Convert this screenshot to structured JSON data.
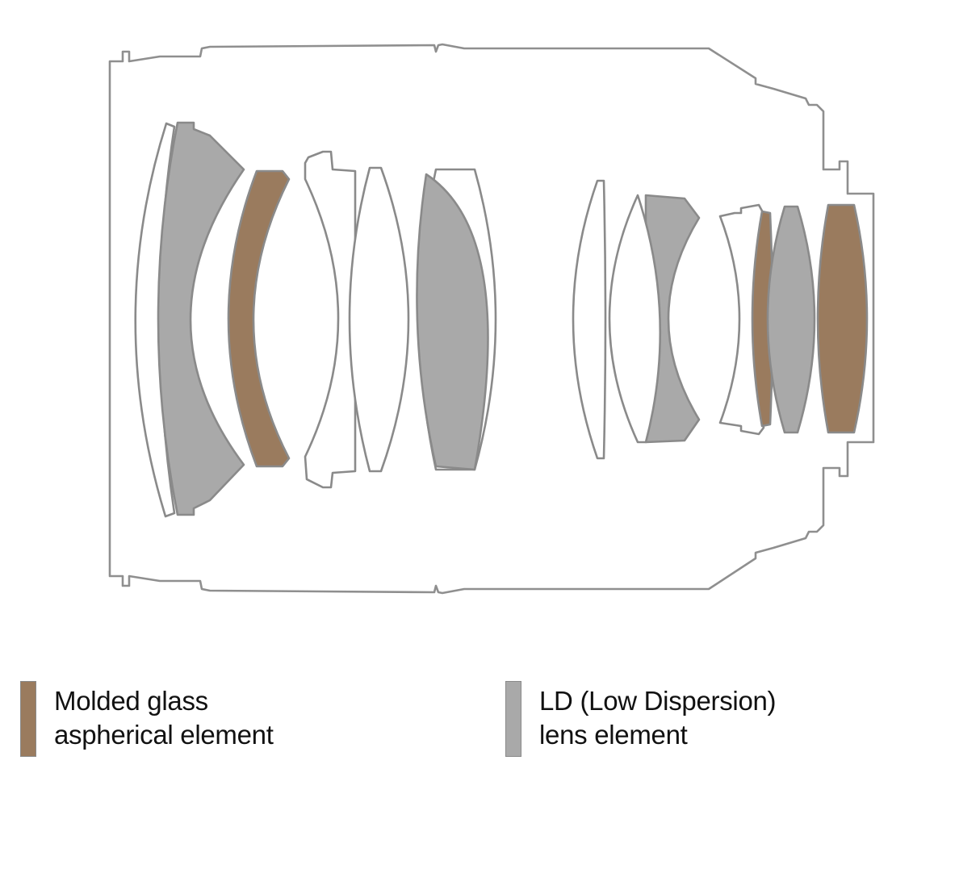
{
  "colors": {
    "housing_outline": "#8f8f8f",
    "lens_outline": "#8a8a8a",
    "plain_element_fill": "#ffffff",
    "molded_aspherical_fill": "#9a7b5e",
    "ld_fill": "#a9a9a9"
  },
  "elements": [
    {
      "id": "g1",
      "type": "plain"
    },
    {
      "id": "g2",
      "type": "ld"
    },
    {
      "id": "g3",
      "type": "molded_aspherical"
    },
    {
      "id": "g4",
      "type": "plain"
    },
    {
      "id": "g5",
      "type": "plain"
    },
    {
      "id": "g6",
      "type": "plain"
    },
    {
      "id": "g7",
      "type": "ld"
    },
    {
      "id": "g8",
      "type": "plain"
    },
    {
      "id": "g9",
      "type": "ld"
    },
    {
      "id": "g10",
      "type": "plain"
    },
    {
      "id": "g11",
      "type": "plain"
    },
    {
      "id": "g12",
      "type": "molded_aspherical"
    },
    {
      "id": "g13",
      "type": "ld"
    },
    {
      "id": "g14",
      "type": "molded_aspherical"
    }
  ],
  "legend": {
    "molded": {
      "line1": "Molded glass",
      "line2": "aspherical element",
      "color": "#9a7b5e"
    },
    "ld": {
      "line1": "LD (Low Dispersion)",
      "line2": "lens element",
      "color": "#a9a9a9"
    }
  }
}
